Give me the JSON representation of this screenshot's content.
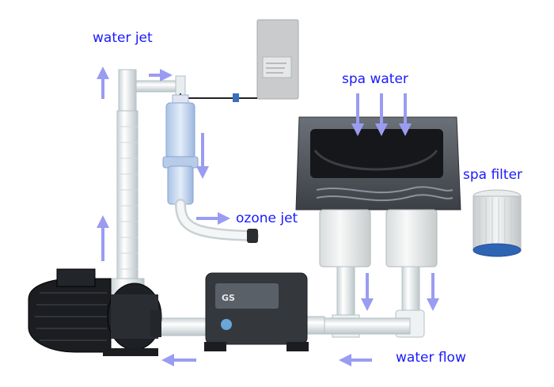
{
  "labels": {
    "water_jet": "water jet",
    "spa_water": "spa water",
    "spa_filter": "spa filter",
    "ozone_jet": "ozone jet",
    "water_flow": "water flow"
  },
  "controller_brand": "GS",
  "colors": {
    "label_text": "#1a1aff",
    "arrow": "#9a9cf2",
    "pipe": "#eef2f3",
    "pipe_edge": "#b9c3c6",
    "pump_black": "#1b1d21",
    "skimmer_gray": "#4a4f56"
  }
}
